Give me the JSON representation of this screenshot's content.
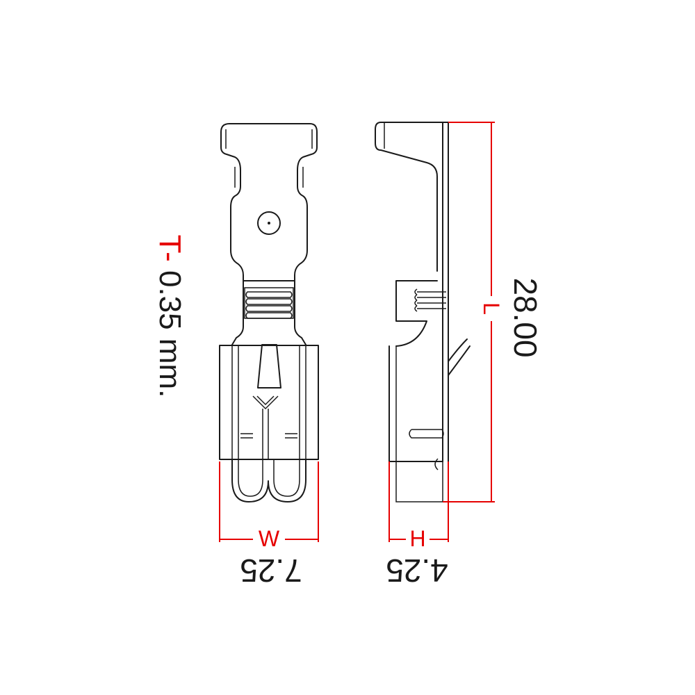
{
  "thickness_label": "T- 0.35 mm.",
  "width": {
    "letter": "W",
    "value": "7.25"
  },
  "height": {
    "letter": "H",
    "value": "4.25"
  },
  "length": {
    "letter": "L",
    "value": "28.00"
  },
  "colors": {
    "outline": "#1a1a1a",
    "dimension": "#e60000"
  }
}
